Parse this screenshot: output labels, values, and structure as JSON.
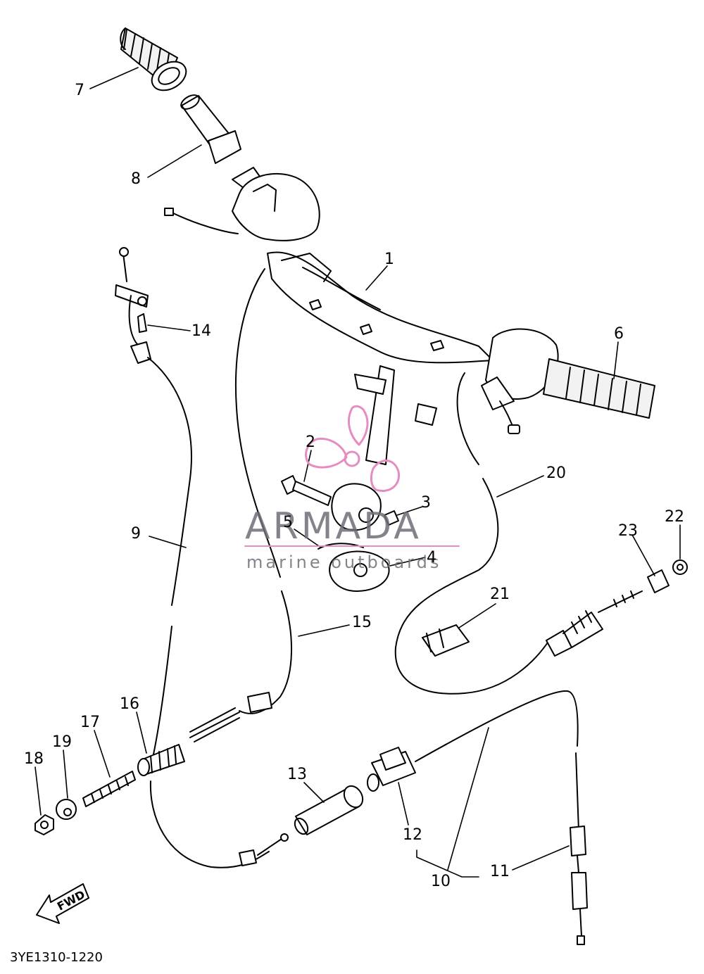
{
  "diagram": {
    "drawing_code": "3YE1310-1220",
    "fwd_label": "FWD",
    "watermark": {
      "title": "ARMADA",
      "subtitle": "marine outboards",
      "logo_color": "#e58cc0"
    },
    "part_numbers": {
      "p1": "1",
      "p2": "2",
      "p3": "3",
      "p4": "4",
      "p5": "5",
      "p6": "6",
      "p7": "7",
      "p8": "8",
      "p9": "9",
      "p10": "10",
      "p11": "11",
      "p12": "12",
      "p13": "13",
      "p14": "14",
      "p15": "15",
      "p16": "16",
      "p17": "17",
      "p18": "18",
      "p19": "19",
      "p20": "20",
      "p21": "21",
      "p22": "22",
      "p23": "23"
    }
  }
}
